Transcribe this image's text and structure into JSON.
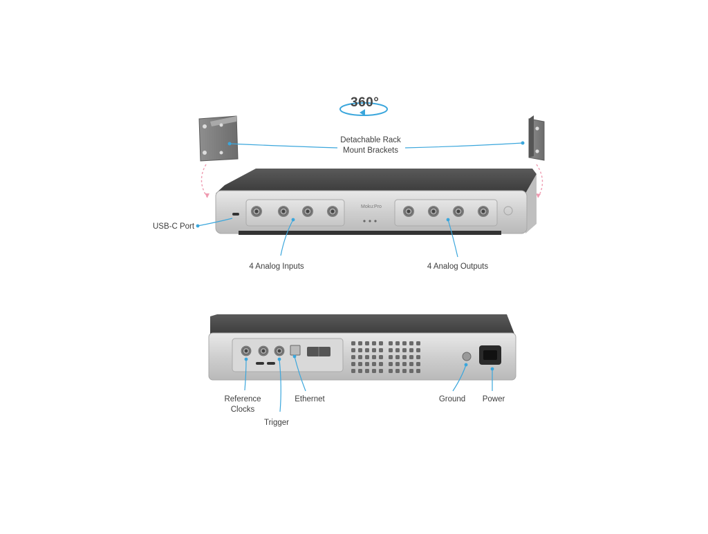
{
  "rotation_label": "360°",
  "front_view": {
    "brand_text": "Moku:Pro",
    "labels": {
      "brackets_line1": "Detachable Rack",
      "brackets_line2": "Mount Brackets",
      "usbc": "USB-C Port",
      "inputs": "4 Analog Inputs",
      "outputs": "4 Analog Outputs"
    }
  },
  "rear_view": {
    "labels": {
      "reference_line1": "Reference",
      "reference_line2": "Clocks",
      "trigger": "Trigger",
      "ethernet": "Ethernet",
      "ground": "Ground",
      "power": "Power"
    }
  },
  "colors": {
    "callout_line": "#3aa6dc",
    "bracket_arrow": "#ef9ab0",
    "label_text": "#3d3d3d",
    "chassis_top": "#4a4a4a",
    "chassis_front": "#d4d4d4"
  }
}
